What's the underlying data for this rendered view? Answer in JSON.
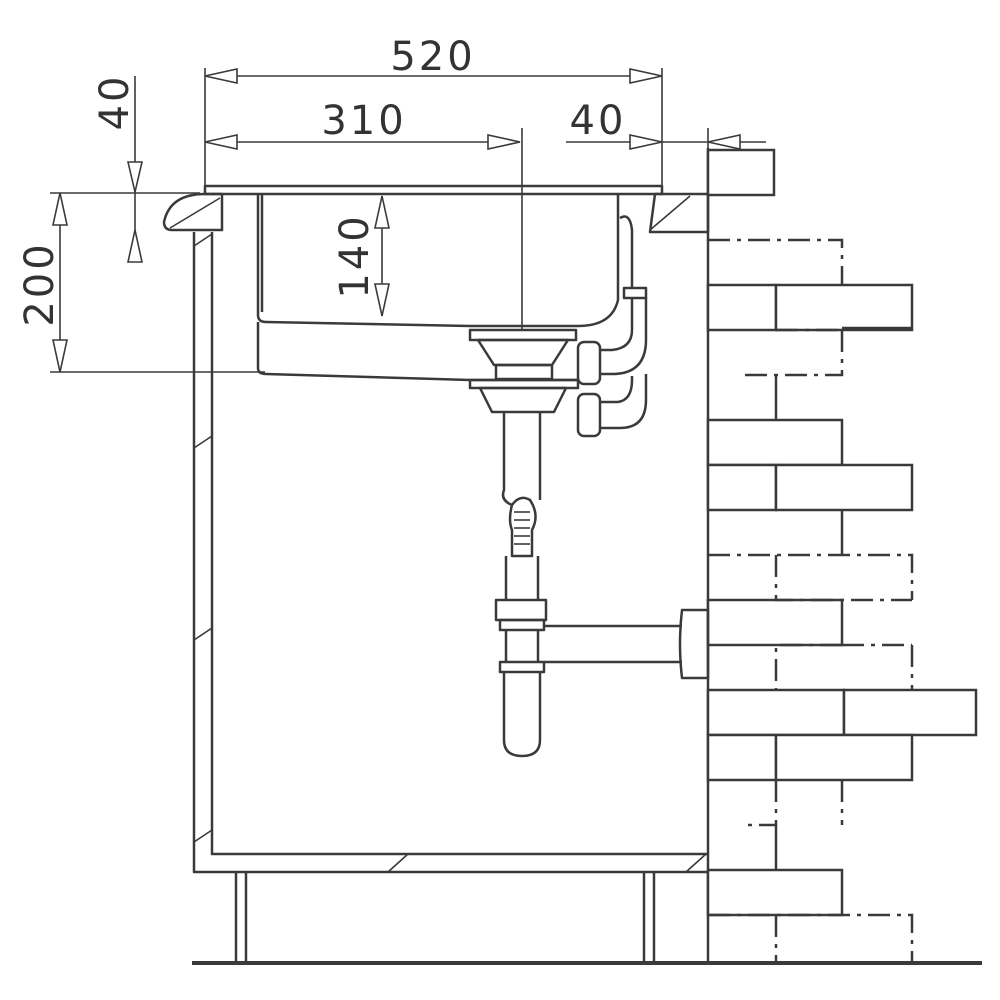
{
  "dimensions": {
    "overall_width": "520",
    "basin_width": "310",
    "rim_overhang": "40",
    "top_thickness": "40",
    "total_depth": "200",
    "basin_depth": "140"
  }
}
